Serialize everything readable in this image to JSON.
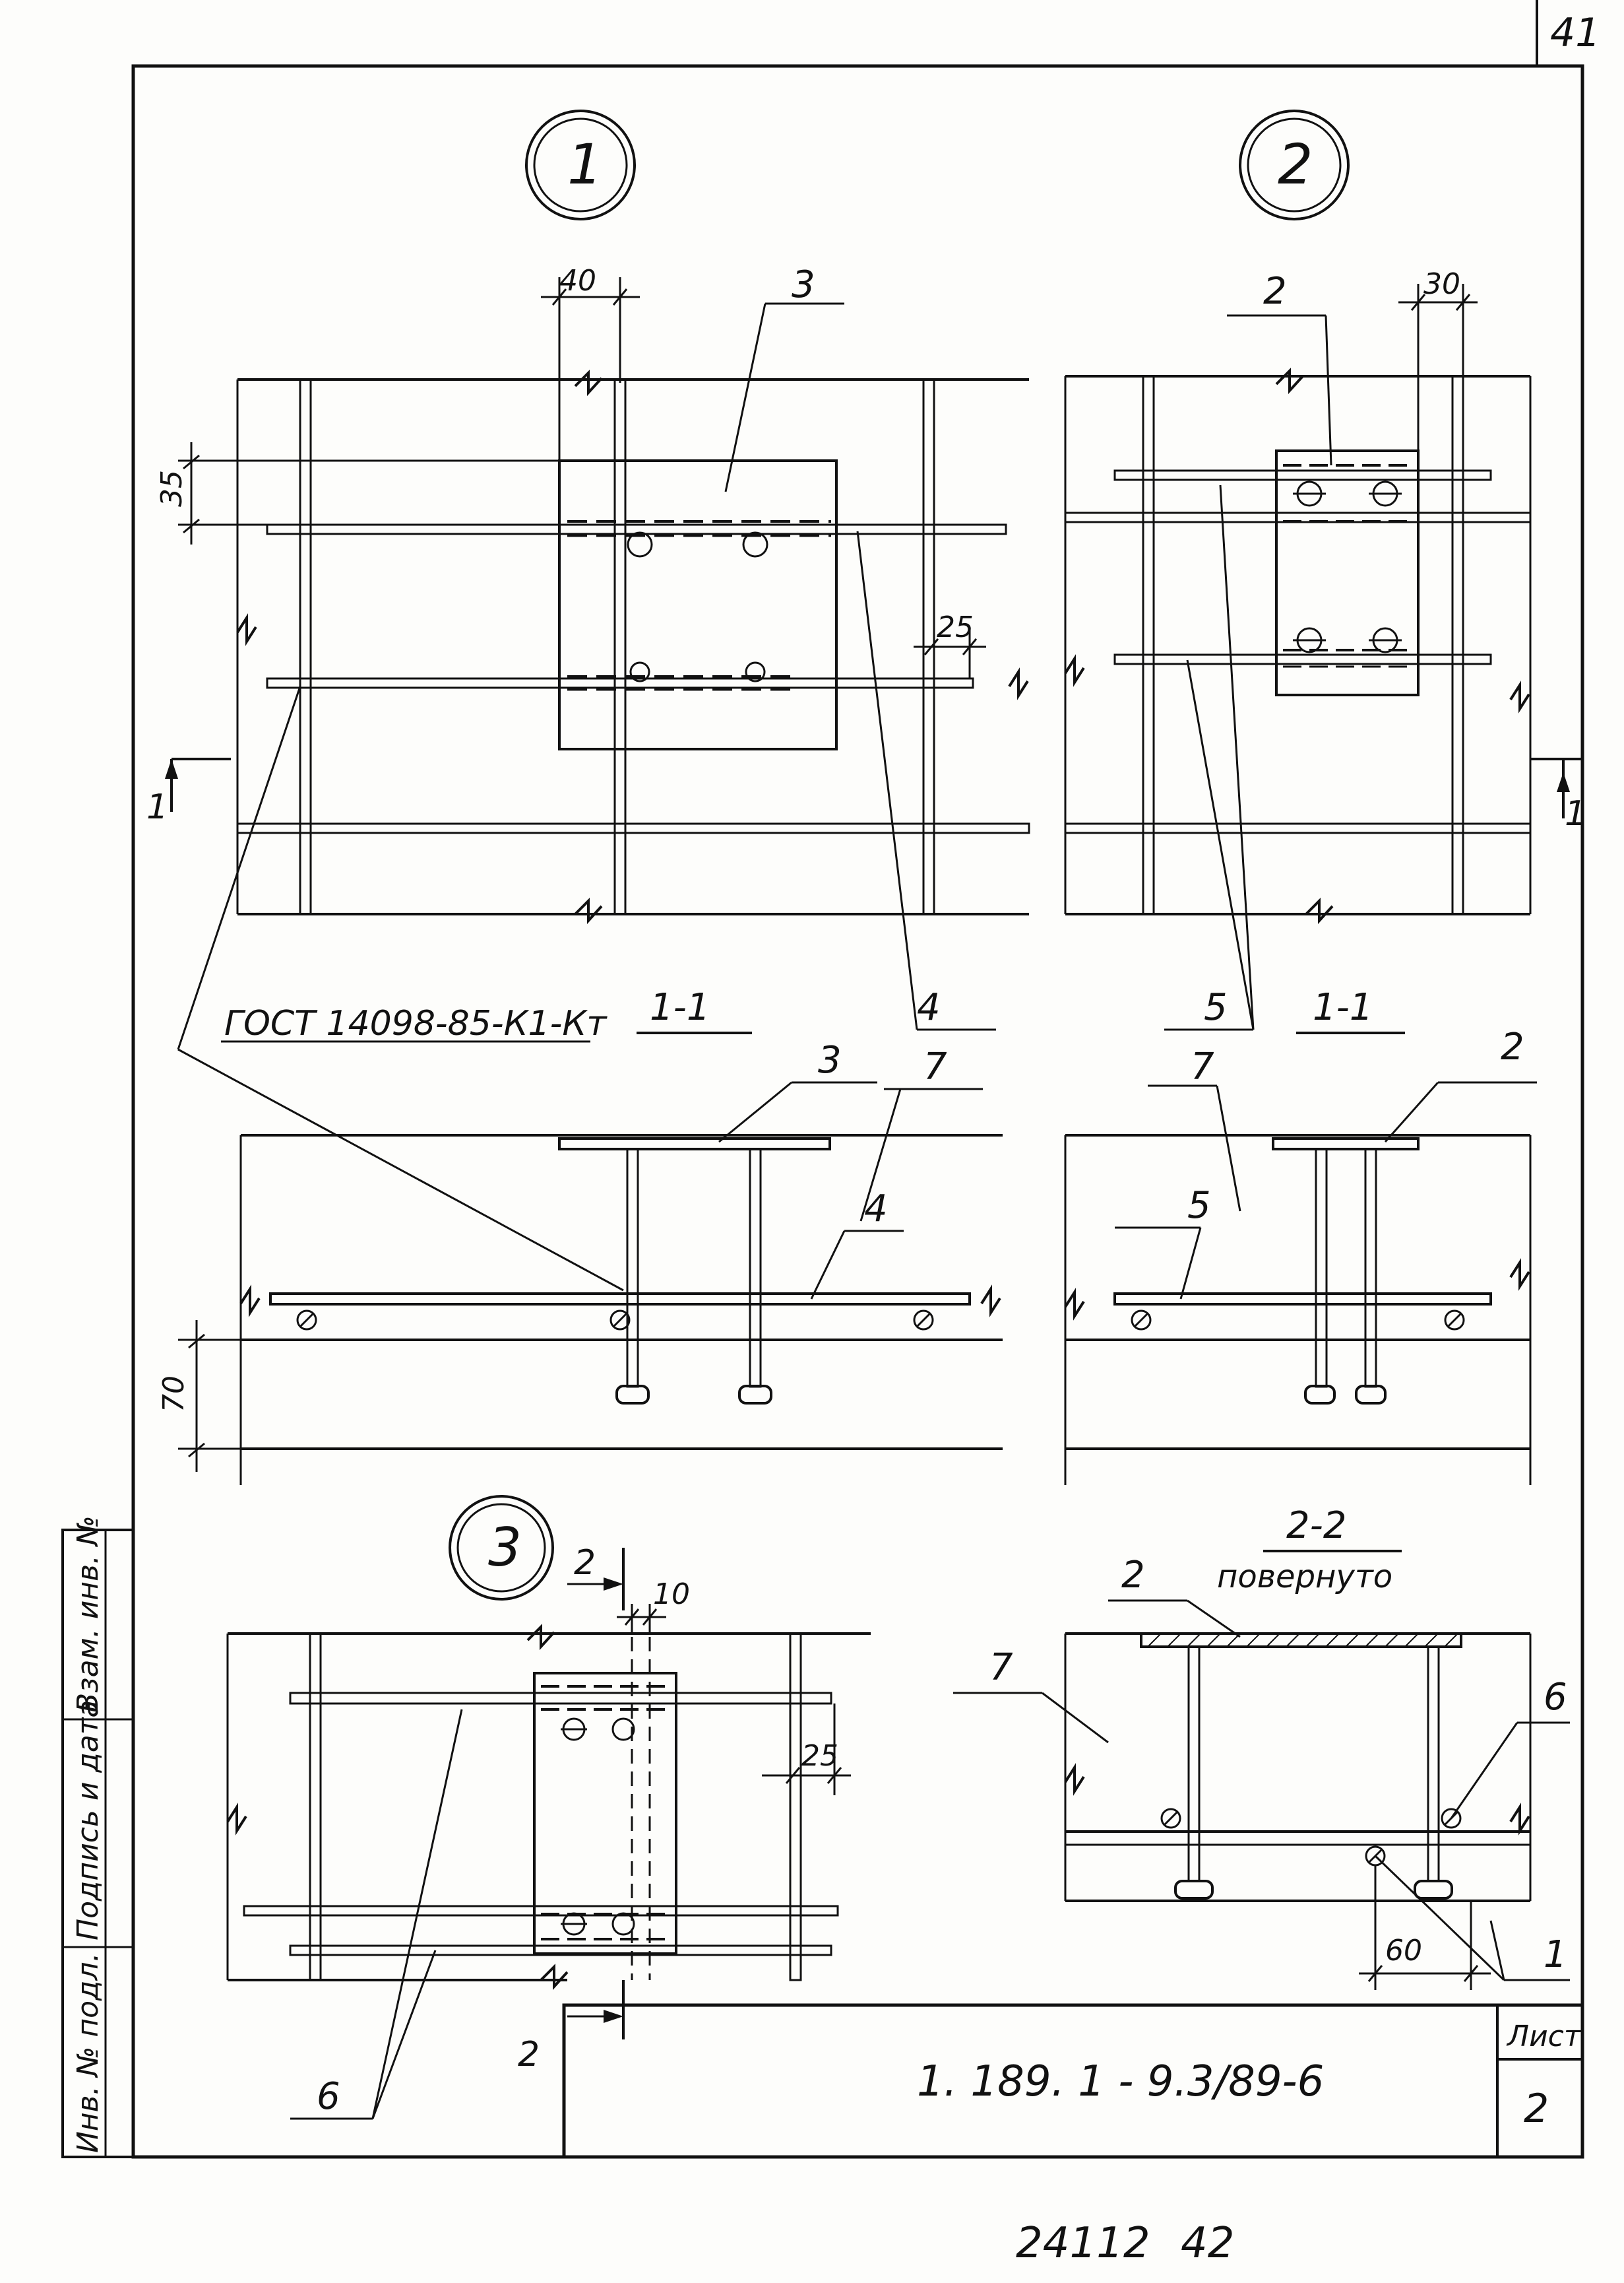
{
  "page_number": "41",
  "bottom_numbers": [
    "24112",
    "42"
  ],
  "title_block": {
    "designation": "1. 189. 1 - 9.3/89-6",
    "sheet_label": "Лист",
    "sheet_number": "2"
  },
  "side_stamp": {
    "inv_orig": "Инв. № подл.",
    "sign_date": "Подпись и дата",
    "replace_inv": "Взам. инв. №"
  },
  "nodes": {
    "node1": "1",
    "node2": "2",
    "node3": "3"
  },
  "sections": {
    "s1_left": "1-1",
    "s1_right": "1-1",
    "s2_title": "2-2",
    "s2_subtitle": "повернуто"
  },
  "gost_note": "ГОСТ 14098-85-К1-Кт",
  "dimensions": {
    "d40": "40",
    "d35": "35",
    "d25a": "25",
    "d30": "30",
    "d70": "70",
    "d10": "10",
    "d25b": "25",
    "d60": "60"
  },
  "callouts": {
    "c3_top": "3",
    "c2_top": "2",
    "c4_plan": "4",
    "c5_plan": "5",
    "c3_sec": "3",
    "c7_sec_left": "7",
    "c4_sec": "4",
    "c7_sec_right": "7",
    "c5_sec": "5",
    "c2_sec": "2",
    "c2_s22": "2",
    "c7_s22": "7",
    "c6_s22": "6",
    "c1_s22": "1",
    "c6_node3": "6"
  },
  "cut_marks": {
    "m1_left": "1",
    "m1_right": "1",
    "m2_top": "2",
    "m2_bottom": "2"
  }
}
